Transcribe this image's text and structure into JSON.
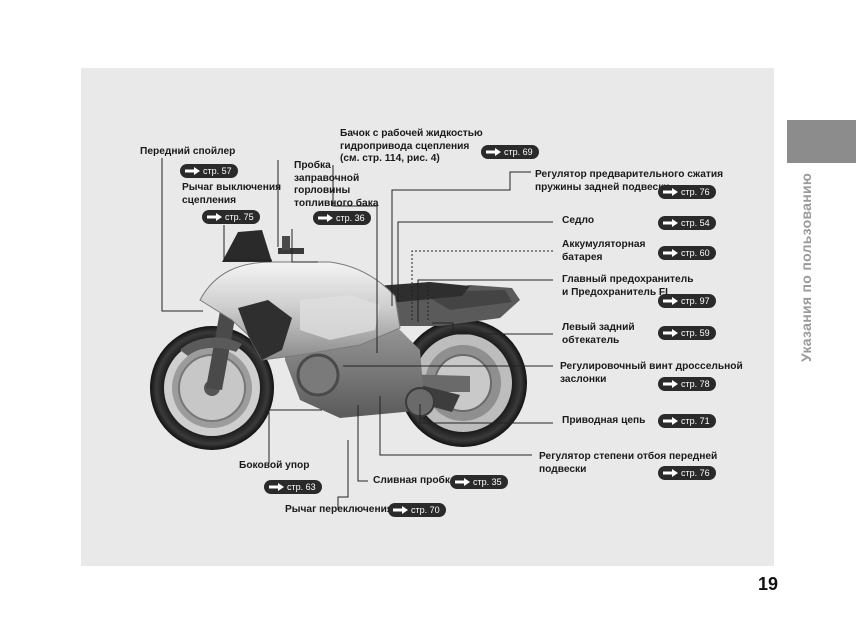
{
  "section_title": "Указания по пользованию",
  "page_number": "19",
  "labels": {
    "front_spoiler": "Передний спойлер",
    "clutch_lever": "Рычаг выключения\nсцепления",
    "fuel_cap": "Пробка\nзаправочной\nгорловины\nтопливного бака",
    "clutch_reservoir": "Бачок с рабочей жидкостью\nгидропривода сцепления\n(см. стр. 114, рис. 4)",
    "rear_preload": "Регулятор предварительного сжатия\nпружины задней подвески",
    "seat": "Седло",
    "battery": "Аккумуляторная\nбатарея",
    "main_fuse": "Главный предохранитель\nи Предохранитель FI",
    "left_rear_cowl": "Левый задний\nобтекатель",
    "throttle_screw": "Регулировочный винт дроссельной\nзаслонки",
    "drive_chain": "Приводная цепь",
    "front_rebound": "Регулятор степени отбоя передней\nподвески",
    "side_stand": "Боковой упор",
    "drain_plug": "Сливная пробка",
    "shift_lever": "Рычаг переключения"
  },
  "refs": {
    "front_spoiler": "стр. 57",
    "clutch_lever": "стр. 75",
    "fuel_cap": "стр. 36",
    "clutch_reservoir": "стр. 69",
    "rear_preload": "стр. 76",
    "seat": "стр. 54",
    "battery": "стр. 60",
    "main_fuse": "стр. 97",
    "left_rear_cowl": "стр. 59",
    "throttle_screw": "стр. 78",
    "drive_chain": "стр. 71",
    "front_rebound": "стр. 76",
    "side_stand": "стр. 63",
    "drain_plug": "стр. 35",
    "shift_lever": "стр. 70"
  },
  "colors": {
    "panel": "#e9e9e9",
    "side_tab": "#8c8c8c",
    "ref_badge": "#2a2a2a"
  },
  "icons": {
    "ref_badge": "right-arrow-icon"
  }
}
